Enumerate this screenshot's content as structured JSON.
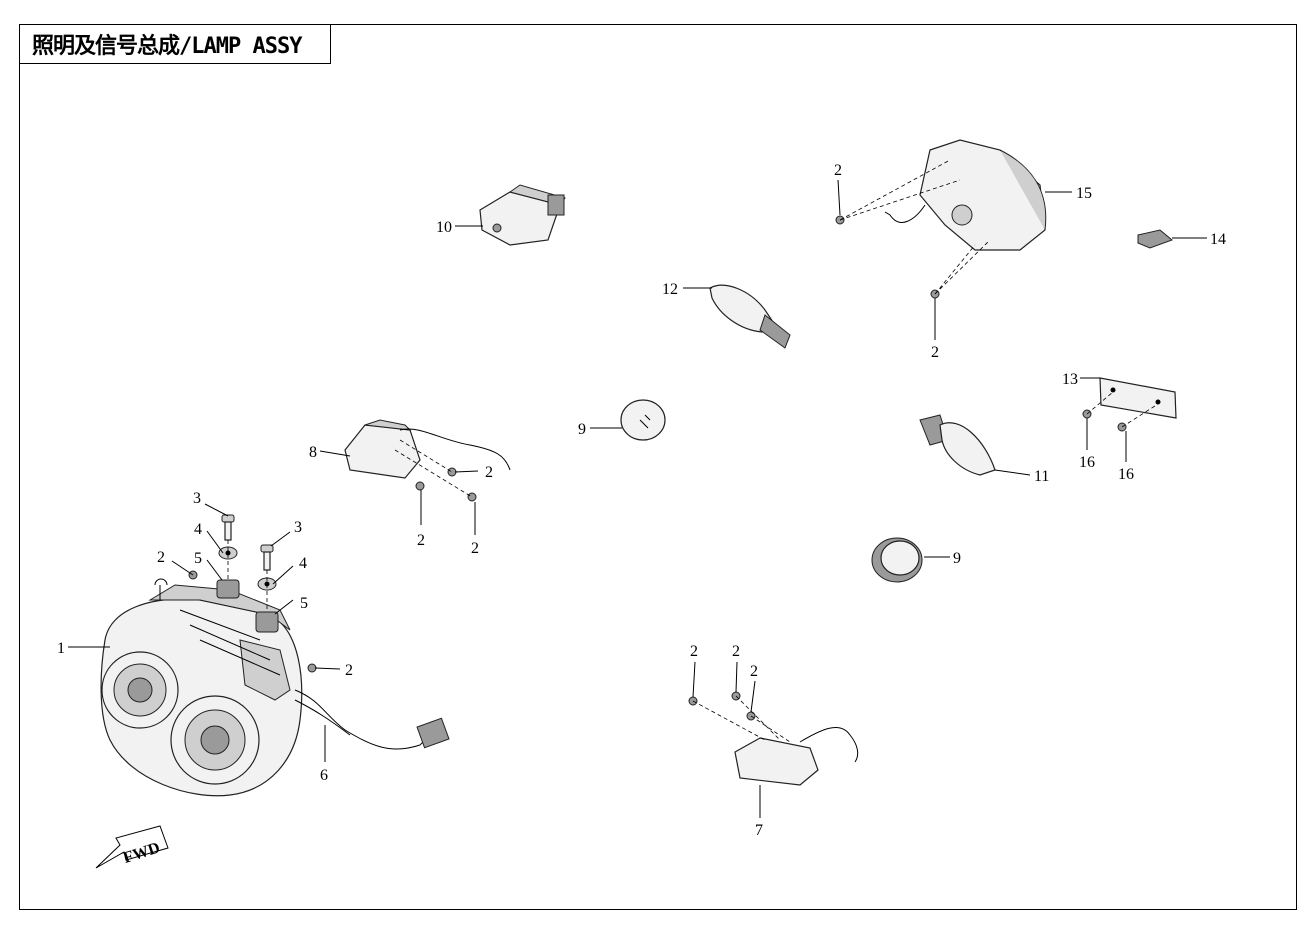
{
  "title": "照明及信号总成/LAMP  ASSY",
  "fwd_label": "FWD",
  "labels": {
    "p1": "1",
    "p2a": "2",
    "p2b": "2",
    "p2c": "2",
    "p2d": "2",
    "p2e": "2",
    "p2f": "2",
    "p2g": "2",
    "p2h": "2",
    "p2i": "2",
    "p2j": "2",
    "p3a": "3",
    "p3b": "3",
    "p4a": "4",
    "p4b": "4",
    "p5a": "5",
    "p5b": "5",
    "p6": "6",
    "p7": "7",
    "p8": "8",
    "p9a": "9",
    "p9b": "9",
    "p10": "10",
    "p11": "11",
    "p12": "12",
    "p13": "13",
    "p14": "14",
    "p15": "15",
    "p16a": "16",
    "p16b": "16"
  }
}
